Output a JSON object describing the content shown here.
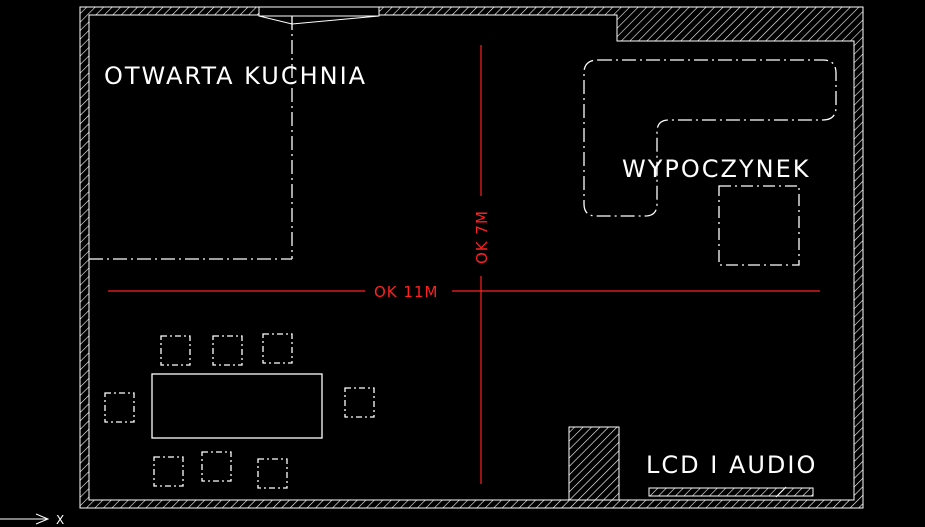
{
  "labels": {
    "kitchen": "OTWARTA KUCHNIA",
    "lounge": "WYPOCZYNEK",
    "media": "LCD I AUDIO"
  },
  "dimensions": {
    "horizontal": "OK 11M",
    "vertical": "OK 7M"
  },
  "axis": {
    "x_label": "X"
  },
  "colors": {
    "background": "#000000",
    "lines": "#ffffff",
    "dimension": "#ff2020"
  }
}
